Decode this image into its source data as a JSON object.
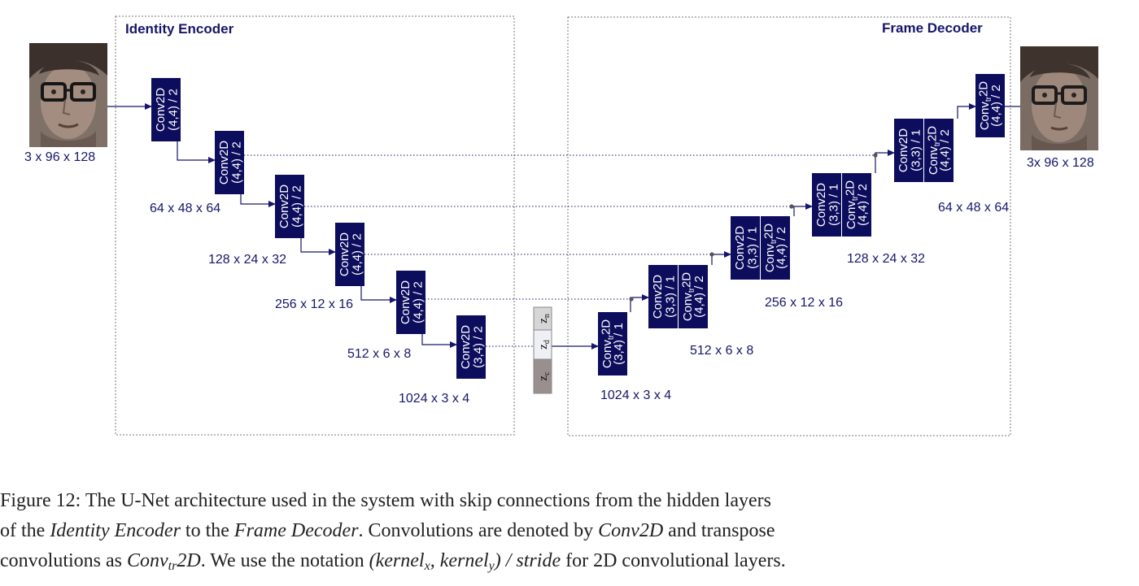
{
  "diagram": {
    "encoder_title": "Identity Encoder",
    "decoder_title": "Frame Decoder",
    "input_dims": "3 x 96 x 128",
    "output_dims": "3x 96 x 128",
    "encoder_blocks": [
      {
        "op": "Conv2D",
        "params": "(4,4) / 2"
      },
      {
        "op": "Conv2D",
        "params": "(4,4) / 2"
      },
      {
        "op": "Conv2D",
        "params": "(4,4) / 2"
      },
      {
        "op": "Conv2D",
        "params": "(4,4) / 2"
      },
      {
        "op": "Conv2D",
        "params": "(4,4) / 2"
      },
      {
        "op": "Conv2D",
        "params": "(3,4) / 2"
      }
    ],
    "encoder_dims": [
      "64 x 48 x 64",
      "128 x 24 x 32",
      "256 x 12 x 16",
      "512 x 6 x 8",
      "1024 x 3 x 4"
    ],
    "latent": {
      "zn": "z",
      "zn_sub": "n",
      "zd": "z",
      "zd_sub": "d",
      "zc": "z",
      "zc_sub": "c"
    },
    "decoder_first": {
      "op": "Conv",
      "sub": "tr",
      "op_tail": "2D",
      "params": "(3,4) / 1"
    },
    "decoder_pairs": [
      {
        "a_op": "Conv2D",
        "a_params": "(3,3) / 1",
        "b_op": "Conv",
        "b_sub": "tr",
        "b_tail": "2D",
        "b_params": "(4,4) / 2"
      },
      {
        "a_op": "Conv2D",
        "a_params": "(3,3) / 1",
        "b_op": "Conv",
        "b_sub": "tr",
        "b_tail": "2D",
        "b_params": "(4,4) / 2"
      },
      {
        "a_op": "Conv2D",
        "a_params": "(3,3) / 1",
        "b_op": "Conv",
        "b_sub": "tr",
        "b_tail": "2D",
        "b_params": "(4,4) / 2"
      },
      {
        "a_op": "Conv2D",
        "a_params": "(3,3) / 1",
        "b_op": "Conv",
        "b_sub": "tr",
        "b_tail": "2D",
        "b_params": "(4,4) / 2"
      }
    ],
    "decoder_last": {
      "op": "Conv",
      "sub": "tr",
      "op_tail": "2D",
      "params": "(4,4) / 2"
    },
    "decoder_dims": [
      "1024 x 3 x 4",
      "512 x 6 x 8",
      "256 x 12 x 16",
      "128 x 24 x 32",
      "64 x 48 x 64"
    ]
  },
  "caption": {
    "l1": "Figure 12: The U-Net architecture used in the system with skip connections from the hidden layers",
    "l2_a": "of the ",
    "l2_b": "Identity Encoder",
    "l2_c": " to the ",
    "l2_d": "Frame Decoder",
    "l2_e": ".  Convolutions are denoted by ",
    "l2_f": "Conv2D",
    "l2_g": " and transpose",
    "l3_a": "convolutions as ",
    "l3_b": "Conv",
    "l3_b_sub": "tr",
    "l3_c": "2D",
    "l3_d": ". We use the notation ",
    "l3_e": "(kernel",
    "l3_e_sub": "x",
    "l3_f": ", kernel",
    "l3_f_sub": "y",
    "l3_g": ") / stride",
    "l3_h": " for 2D convolutional layers."
  },
  "colors": {
    "block": "#0d0d5e",
    "block_text": "#ffffff",
    "line": "#16166b",
    "frame": "#777777",
    "latent_top": "#d6d6d6",
    "latent_mid": "#eef0f5",
    "latent_bot": "#9a8f8f"
  }
}
